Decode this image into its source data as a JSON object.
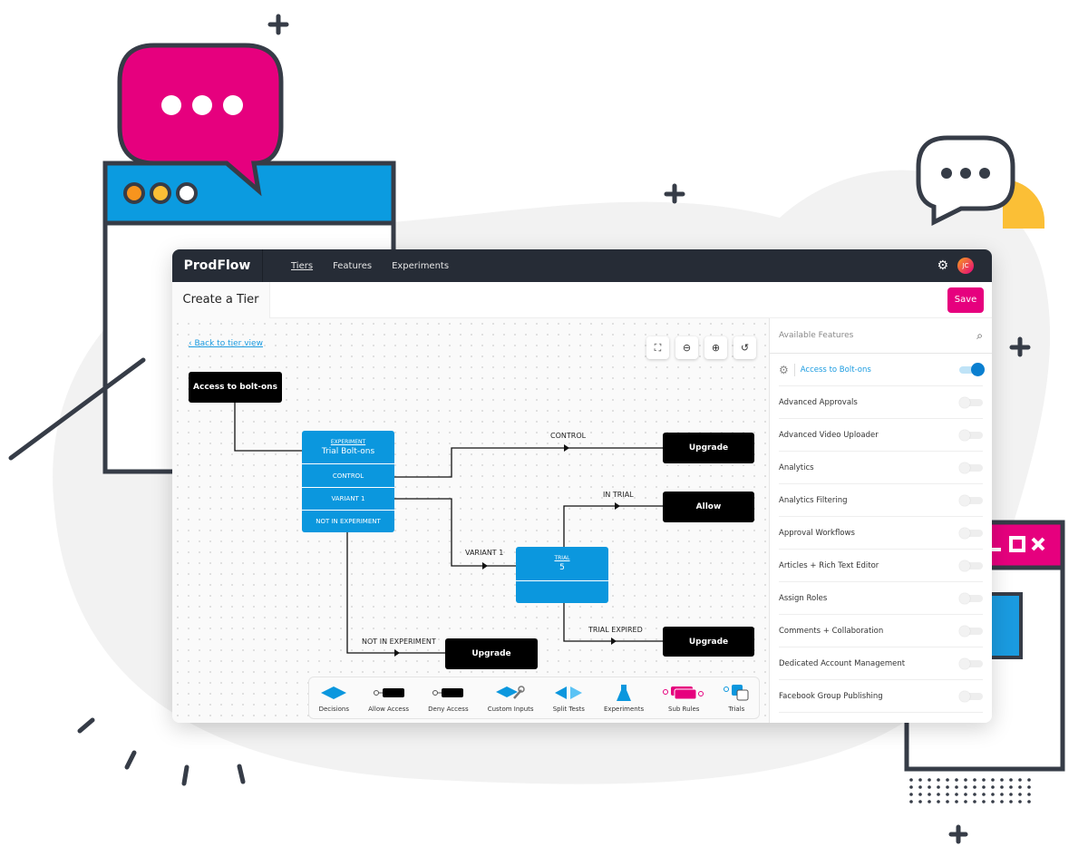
{
  "app": {
    "brand": "ProdFlow",
    "nav": [
      "Tiers",
      "Features",
      "Experiments"
    ],
    "avatar_initials": "JC",
    "page_title": "Create a Tier",
    "save_label": "Save"
  },
  "canvas": {
    "back_link": "Back to tier view",
    "controls": [
      "fullscreen-icon",
      "zoom-out-icon",
      "zoom-in-icon",
      "reset-icon"
    ],
    "nodes": {
      "start": "Access to bolt-ons",
      "upgrade_control": "Upgrade",
      "allow": "Allow",
      "upgrade_expired": "Upgrade",
      "upgrade_not_in": "Upgrade"
    },
    "experiment": {
      "type": "EXPERIMENT",
      "name": "Trial Bolt-ons",
      "branches": [
        "CONTROL",
        "VARIANT 1",
        "NOT IN EXPERIMENT"
      ]
    },
    "trial": {
      "type": "TRIAL",
      "value": "5"
    },
    "edge_labels": {
      "control": "CONTROL",
      "variant": "VARIANT 1",
      "not_in": "NOT IN EXPERIMENT",
      "in_trial": "IN TRIAL",
      "expired": "TRIAL EXPIRED"
    },
    "toolbar": [
      "Decisions",
      "Allow Access",
      "Deny Access",
      "Custom Inputs",
      "Split Tests",
      "Experiments",
      "Sub Rules",
      "Trials"
    ]
  },
  "sidebar": {
    "title": "Available Features",
    "features": [
      {
        "label": "Access to Bolt-ons",
        "enabled": true
      },
      {
        "label": "Advanced Approvals",
        "enabled": false
      },
      {
        "label": "Advanced Video Uploader",
        "enabled": false
      },
      {
        "label": "Analytics",
        "enabled": false
      },
      {
        "label": "Analytics Filtering",
        "enabled": false
      },
      {
        "label": "Approval Workflows",
        "enabled": false
      },
      {
        "label": "Articles + Rich Text Editor",
        "enabled": false
      },
      {
        "label": "Assign Roles",
        "enabled": false
      },
      {
        "label": "Comments + Collaboration",
        "enabled": false
      },
      {
        "label": "Dedicated Account Management",
        "enabled": false
      },
      {
        "label": "Facebook Group Publishing",
        "enabled": false
      }
    ]
  },
  "colors": {
    "accent": "#e6007e",
    "primary": "#0b97de",
    "nav": "#262c36"
  }
}
